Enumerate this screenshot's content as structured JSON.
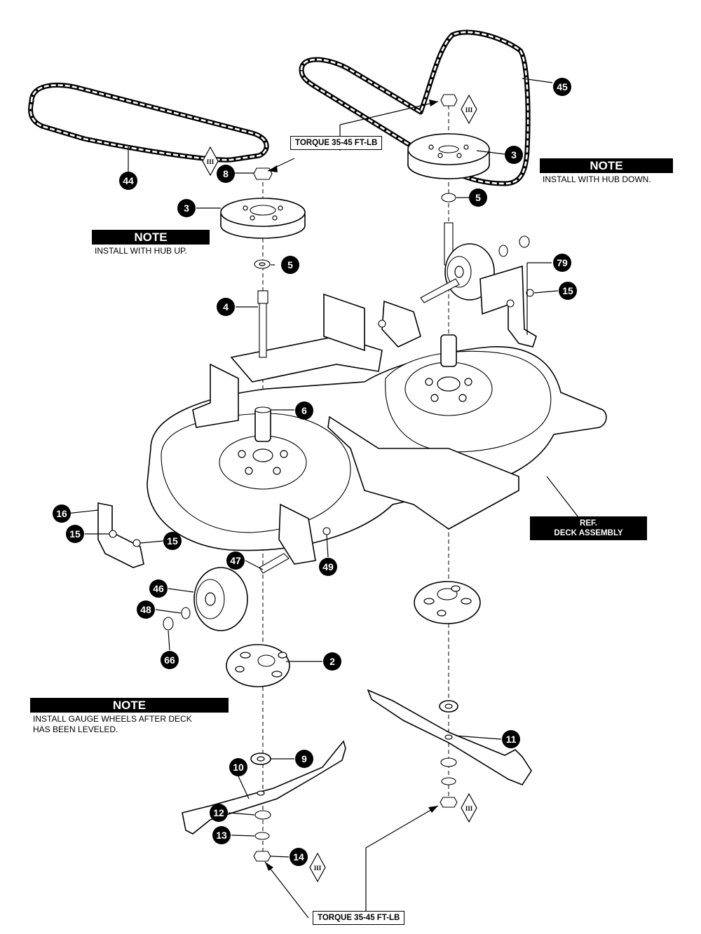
{
  "callouts": {
    "c44": "44",
    "c45": "45",
    "c8": "8",
    "c3a": "3",
    "c3b": "3",
    "c5a": "5",
    "c5b": "5",
    "c4": "4",
    "c6": "6",
    "c79": "79",
    "c15a": "15",
    "c16": "16",
    "c15b": "15",
    "c15c": "15",
    "c47": "47",
    "c49": "49",
    "c46": "46",
    "c48": "48",
    "c66": "66",
    "c2": "2",
    "c9": "9",
    "c10": "10",
    "c11": "11",
    "c12": "12",
    "c13": "13",
    "c14": "14"
  },
  "symbols": {
    "roman": "III"
  },
  "notes": {
    "hub_up": {
      "head": "NOTE",
      "body": "INSTALL WITH HUB UP."
    },
    "hub_down": {
      "head": "NOTE",
      "body": "INSTALL WITH HUB DOWN."
    },
    "gauge": {
      "head": "NOTE",
      "body": "INSTALL GAUGE WHEELS AFTER DECK\nHAS BEEN LEVELED."
    }
  },
  "torque_top": "TORQUE 35-45 FT-LB",
  "torque_bottom": "TORQUE 35-45 FT-LB",
  "ref_label": "REF.\nDECK ASSEMBLY"
}
